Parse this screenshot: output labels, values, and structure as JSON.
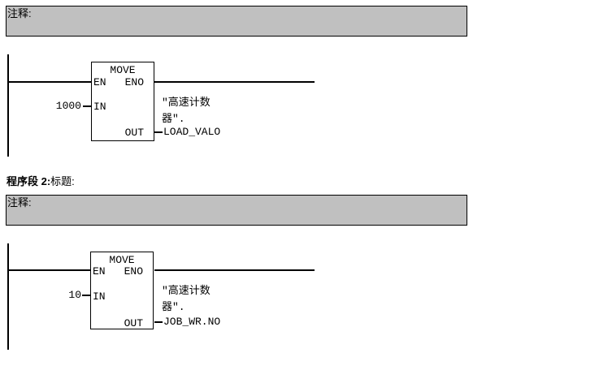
{
  "colors": {
    "background": "#ffffff",
    "comment_bg": "#c0c0c0",
    "wire": "#000000"
  },
  "editor": {
    "network1": {
      "comment": "注释:",
      "block": {
        "title": "MOVE",
        "pin_en": "EN",
        "pin_eno": "ENO",
        "pin_in": "IN",
        "pin_out": "OUT"
      },
      "in_value": "1000",
      "out_operand": "LOAD_VALO",
      "db_label_line1": "\"高速计数",
      "db_label_line2": "器\"."
    },
    "network2": {
      "header": {
        "title_bold": "程序段 2:",
        "title_normal": "标题:"
      },
      "comment": "注释:",
      "block": {
        "title": "MOVE",
        "pin_en": "EN",
        "pin_eno": "ENO",
        "pin_in": "IN",
        "pin_out": "OUT"
      },
      "in_value": "10",
      "out_operand": "JOB_WR.NO",
      "db_label_line1": "\"高速计数",
      "db_label_line2": "器\"."
    }
  }
}
